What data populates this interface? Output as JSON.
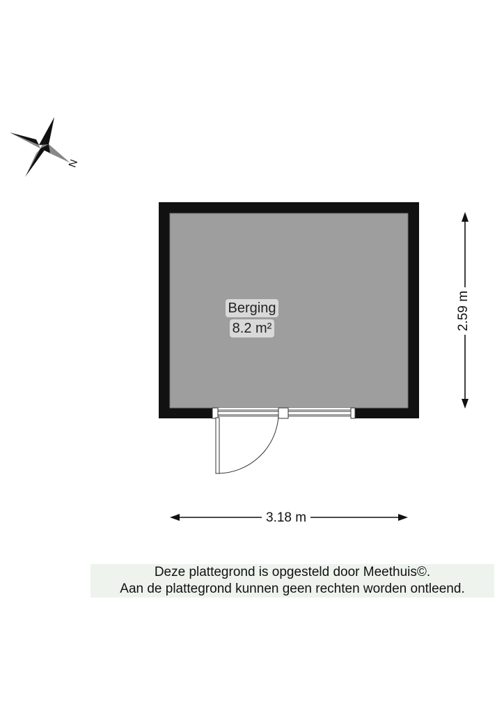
{
  "room": {
    "name": "Berging",
    "area": "8.2 m²"
  },
  "dimensions": {
    "width": "3.18 m",
    "height": "2.59 m"
  },
  "compass": {
    "north_label": "N"
  },
  "disclaimer": {
    "line1": "Deze plattegrond is opgesteld door Meethuis©.",
    "line2": "Aan de plattegrond kunnen geen rechten worden ontleend."
  },
  "colors": {
    "wall": "#111111",
    "floor": "#9e9e9e",
    "room_tag": "#d9d9d9",
    "disclaimer_bg": "#eef3ee"
  }
}
